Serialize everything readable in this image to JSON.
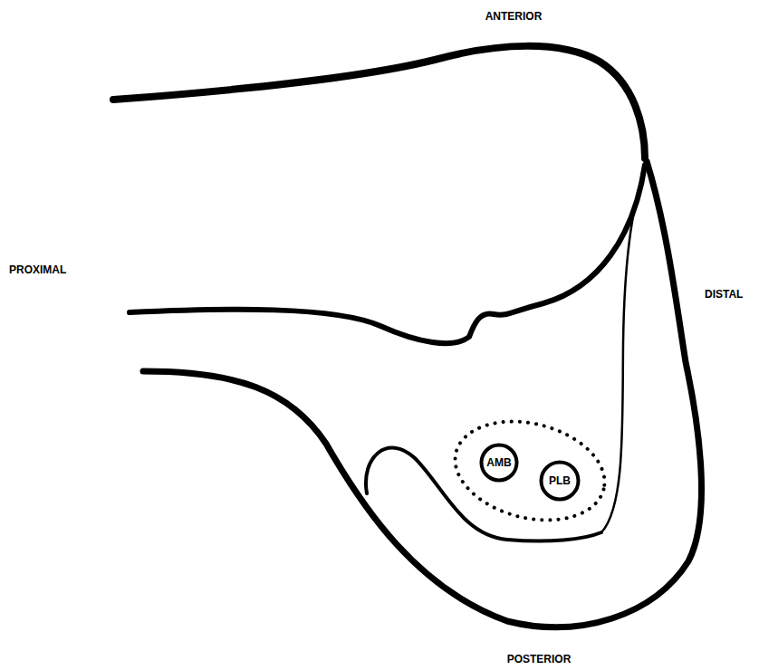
{
  "diagram": {
    "nodes": [
      {
        "text": [
          "AMB"
        ]
      },
      {
        "text": [
          "PLB"
        ]
      }
    ],
    "labels": [
      "ANTERIOR",
      "PROXIMAL",
      "DISTAL",
      "POSTERIOR"
    ]
  }
}
